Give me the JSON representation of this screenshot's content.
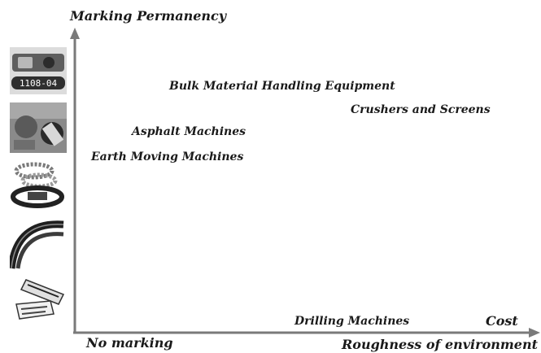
{
  "axes": {
    "y_title": "Marking Permanency",
    "x_start": "No marking",
    "x_title": "Roughness of environment",
    "x_end_label": "Cost",
    "color": "#7a7a7a"
  },
  "items": {
    "bulk": "Bulk Material Handling Equipment",
    "crushers": "Crushers and Screens",
    "asphalt": "Asphalt Machines",
    "earth": "Earth Moving Machines",
    "drilling": "Drilling Machines"
  },
  "thumbnails": {
    "plate_text": "1108-04"
  }
}
